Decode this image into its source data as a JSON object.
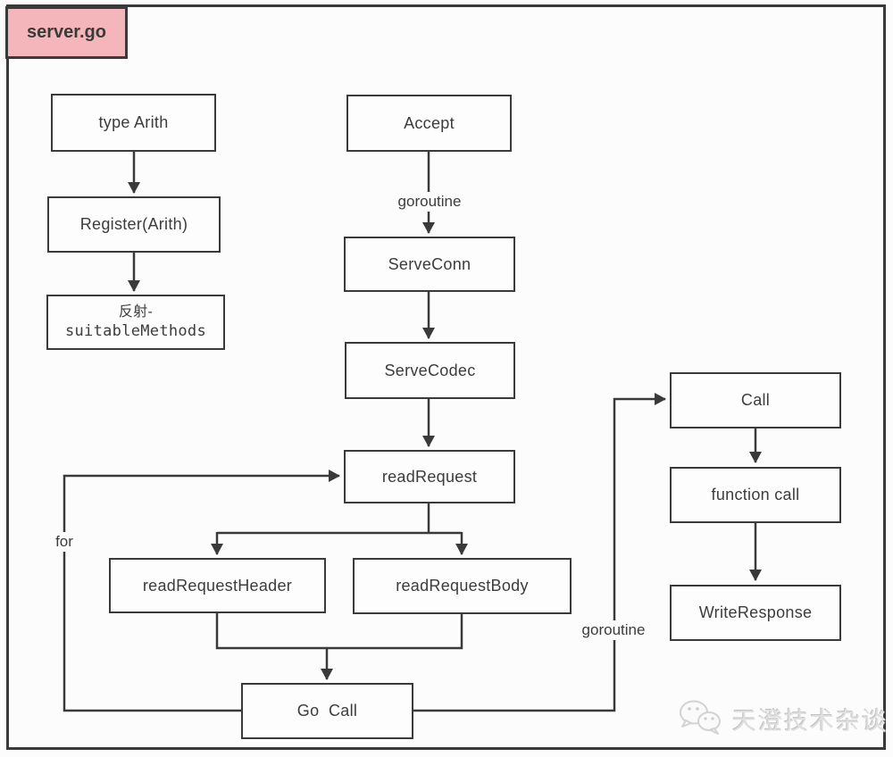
{
  "title": {
    "label": "server.go"
  },
  "colors": {
    "accent_pink": "#f4b6ba",
    "line": "#3a3a3a",
    "text": "#3c3c3c",
    "background": "#fcfcfc",
    "watermark_gray": "#e0e0e0"
  },
  "nodes": {
    "type_arith": {
      "label": "type Arith"
    },
    "register_arith": {
      "label": "Register(Arith)"
    },
    "reflect_suitable_methods": {
      "label_line1": "反射-",
      "label_line2": "suitableMethods"
    },
    "accept": {
      "label": "Accept"
    },
    "serve_conn": {
      "label": "ServeConn"
    },
    "serve_codec": {
      "label": "ServeCodec"
    },
    "read_request": {
      "label": "readRequest"
    },
    "read_request_header": {
      "label": "readRequestHeader"
    },
    "read_request_body": {
      "label": "readRequestBody"
    },
    "go_call": {
      "label": "Go  Call"
    },
    "call": {
      "label": "Call"
    },
    "function_call": {
      "label": "function call"
    },
    "write_response": {
      "label": "WriteResponse"
    }
  },
  "edge_labels": {
    "goroutine_top": "goroutine",
    "for_loop": "for",
    "goroutine_right": "goroutine"
  },
  "watermark": {
    "text": "天澄技术杂谈",
    "icon": "wechat-chat-bubbles-icon"
  }
}
